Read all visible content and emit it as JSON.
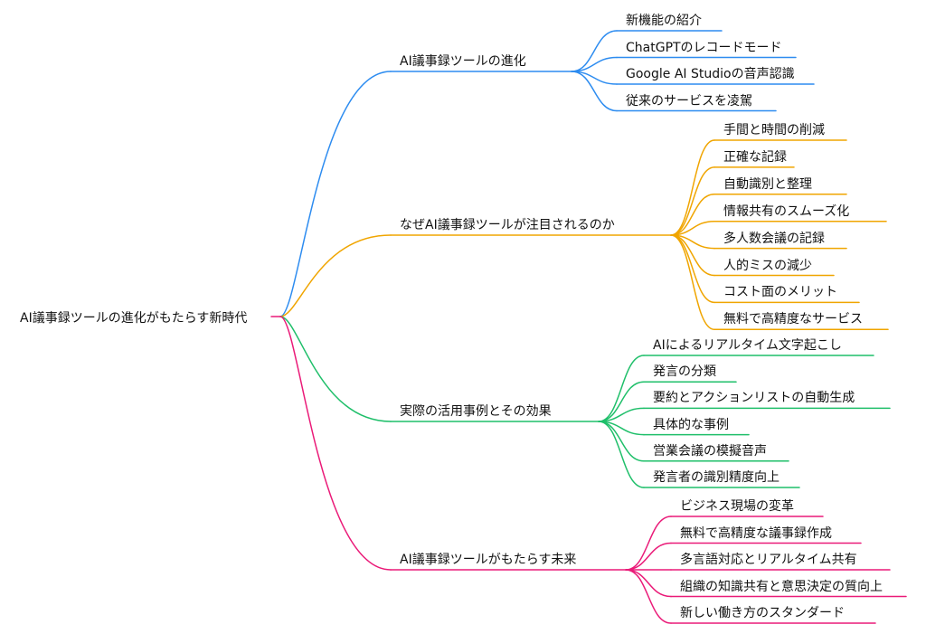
{
  "root": {
    "label": "AI議事録ツールの進化がもたらす新時代"
  },
  "branches": [
    {
      "label": "AI議事録ツールの進化",
      "color": "#2d8cf0",
      "children": [
        "新機能の紹介",
        "ChatGPTのレコードモード",
        "Google AI Studioの音声認識",
        "従来のサービスを凌駕"
      ]
    },
    {
      "label": "なぜAI議事録ツールが注目されるのか",
      "color": "#f0a500",
      "children": [
        "手間と時間の削減",
        "正確な記録",
        "自動識別と整理",
        "情報共有のスムーズ化",
        "多人数会議の記録",
        "人的ミスの減少",
        "コスト面のメリット",
        "無料で高精度なサービス"
      ]
    },
    {
      "label": "実際の活用事例とその効果",
      "color": "#1fbf6a",
      "children": [
        "AIによるリアルタイム文字起こし",
        "発言の分類",
        "要約とアクションリストの自動生成",
        "具体的な事例",
        "営業会議の模擬音声",
        "発言者の識別精度向上"
      ]
    },
    {
      "label": "AI議事録ツールがもたらす未来",
      "color": "#ea1a78",
      "children": [
        "ビジネス現場の変革",
        "無料で高精度な議事録作成",
        "多言語対応とリアルタイム共有",
        "組織の知識共有と意思決定の質向上",
        "新しい働き方のスタンダード"
      ]
    }
  ]
}
